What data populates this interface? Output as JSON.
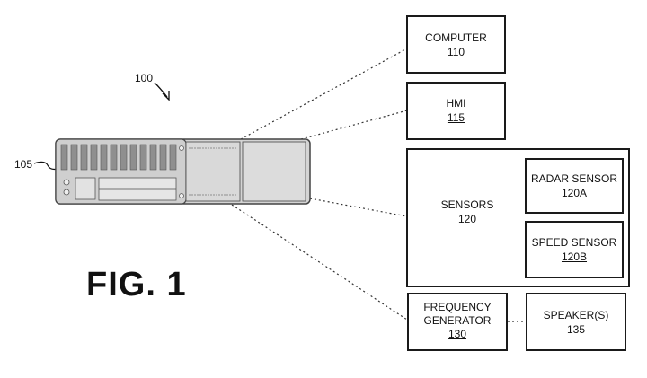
{
  "figure": {
    "label": "FIG. 1",
    "ref_main": "100",
    "ref_vehicle": "105"
  },
  "boxes": {
    "computer": {
      "title": "COMPUTER",
      "number": "110"
    },
    "hmi": {
      "title": "HMI",
      "number": "115"
    },
    "sensors": {
      "title": "SENSORS",
      "number": "120"
    },
    "radar": {
      "title": "RADAR SENSOR",
      "number": "120A"
    },
    "speed": {
      "title": "SPEED SENSOR",
      "number": "120B"
    },
    "frequency": {
      "title_line1": "FREQUENCY",
      "title_line2": "GENERATOR",
      "number": "130"
    },
    "speaker": {
      "title": "SPEAKER(S)",
      "number": "135"
    }
  },
  "colors": {
    "line": "#1a1a1a",
    "vehicle_fill": "#d6d6d6",
    "vehicle_dark": "#9a9a9a"
  }
}
